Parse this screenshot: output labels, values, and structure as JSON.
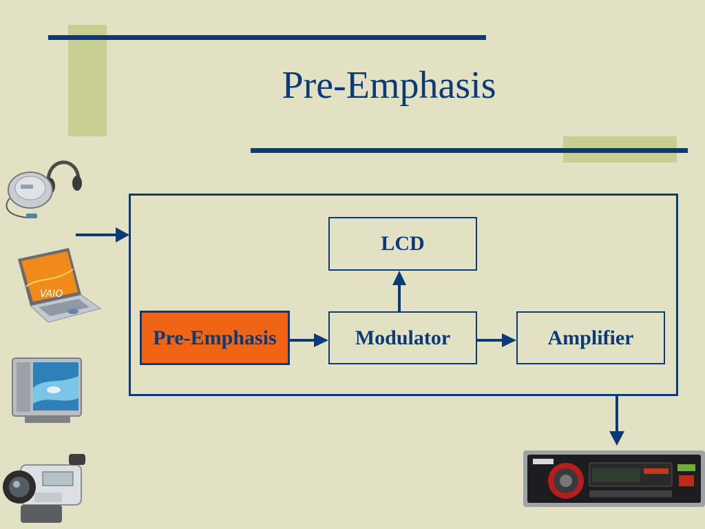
{
  "slide": {
    "title": "Pre-Emphasis"
  },
  "diagram": {
    "blocks": {
      "lcd": "LCD",
      "pre_emphasis": "Pre-Emphasis",
      "modulator": "Modulator",
      "amplifier": "Amplifier"
    },
    "colors": {
      "navy": "#0b3a78",
      "highlight": "#f06416",
      "background": "#e2e1c4",
      "accent_block": "#c9ce93"
    }
  },
  "devices": {
    "inputs": [
      "cd-player-headphones-icon",
      "laptop-icon",
      "television-icon",
      "camcorder-icon"
    ],
    "output": "car-stereo-icon"
  }
}
